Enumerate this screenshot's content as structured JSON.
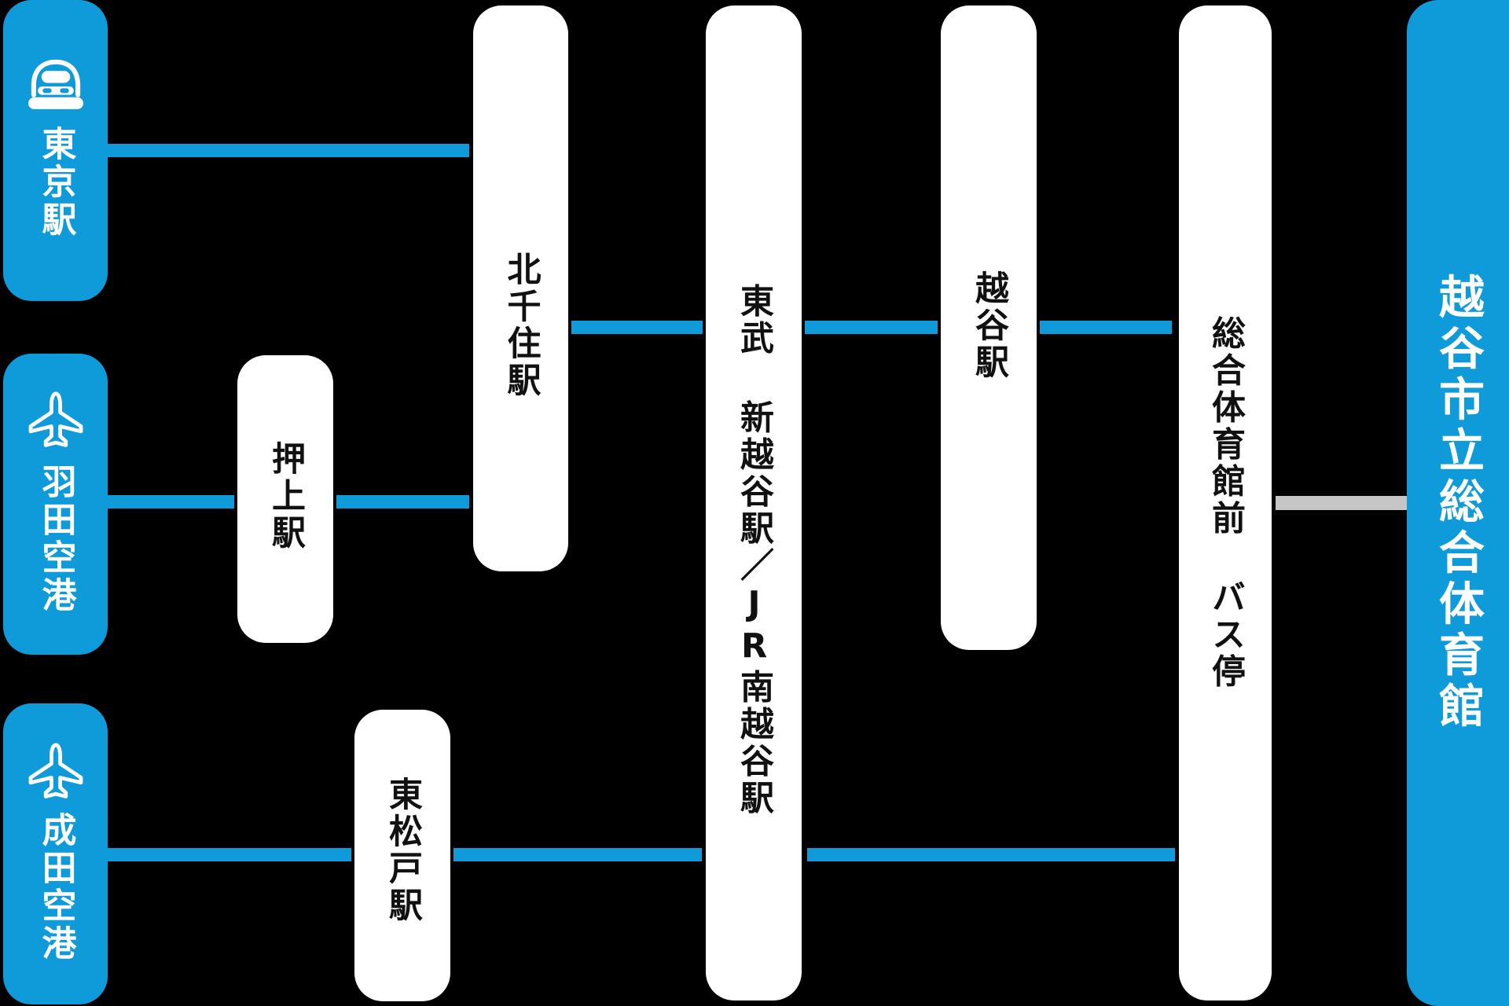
{
  "palette": {
    "background": "#000000",
    "route_line_blue": "#0f9bda",
    "walk_line_gray": "#c6c6c6",
    "box_blue": "#0f9bda",
    "pill_white": "#ffffff",
    "pill_text": "#111111",
    "box_text": "#ffffff"
  },
  "origins": {
    "tokyo": {
      "label": "東京駅",
      "icon": "shinkansen-icon"
    },
    "haneda": {
      "label": "羽田空港",
      "icon": "airplane-icon"
    },
    "narita": {
      "label": "成田空港",
      "icon": "airplane-icon"
    }
  },
  "stations": {
    "oshiage": {
      "label": "押上駅"
    },
    "kitasenju": {
      "label": "北千住駅"
    },
    "higashimatsudo": {
      "label": "東松戸駅"
    },
    "shinkoshigaya": {
      "label": "東武 新越谷駅／JR南越谷駅"
    },
    "koshigaya": {
      "label": "越谷駅"
    },
    "gym_bus_stop": {
      "label": "総合体育館前 バス停"
    }
  },
  "destination": {
    "label": "越谷市立総合体育館"
  },
  "routes": {
    "rail_segments": [
      "tokyo-kitasenju",
      "kitasenju-shinkoshigaya",
      "shinkoshigaya-koshigaya",
      "koshigaya-gym_bus_stop",
      "haneda-oshiage",
      "oshiage-kitasenju",
      "narita-higashimatsudo",
      "higashimatsudo-shinkoshigaya",
      "shinkoshigaya-gym_bus_stop"
    ],
    "walk_segments": [
      "gym_bus_stop-destination"
    ]
  }
}
